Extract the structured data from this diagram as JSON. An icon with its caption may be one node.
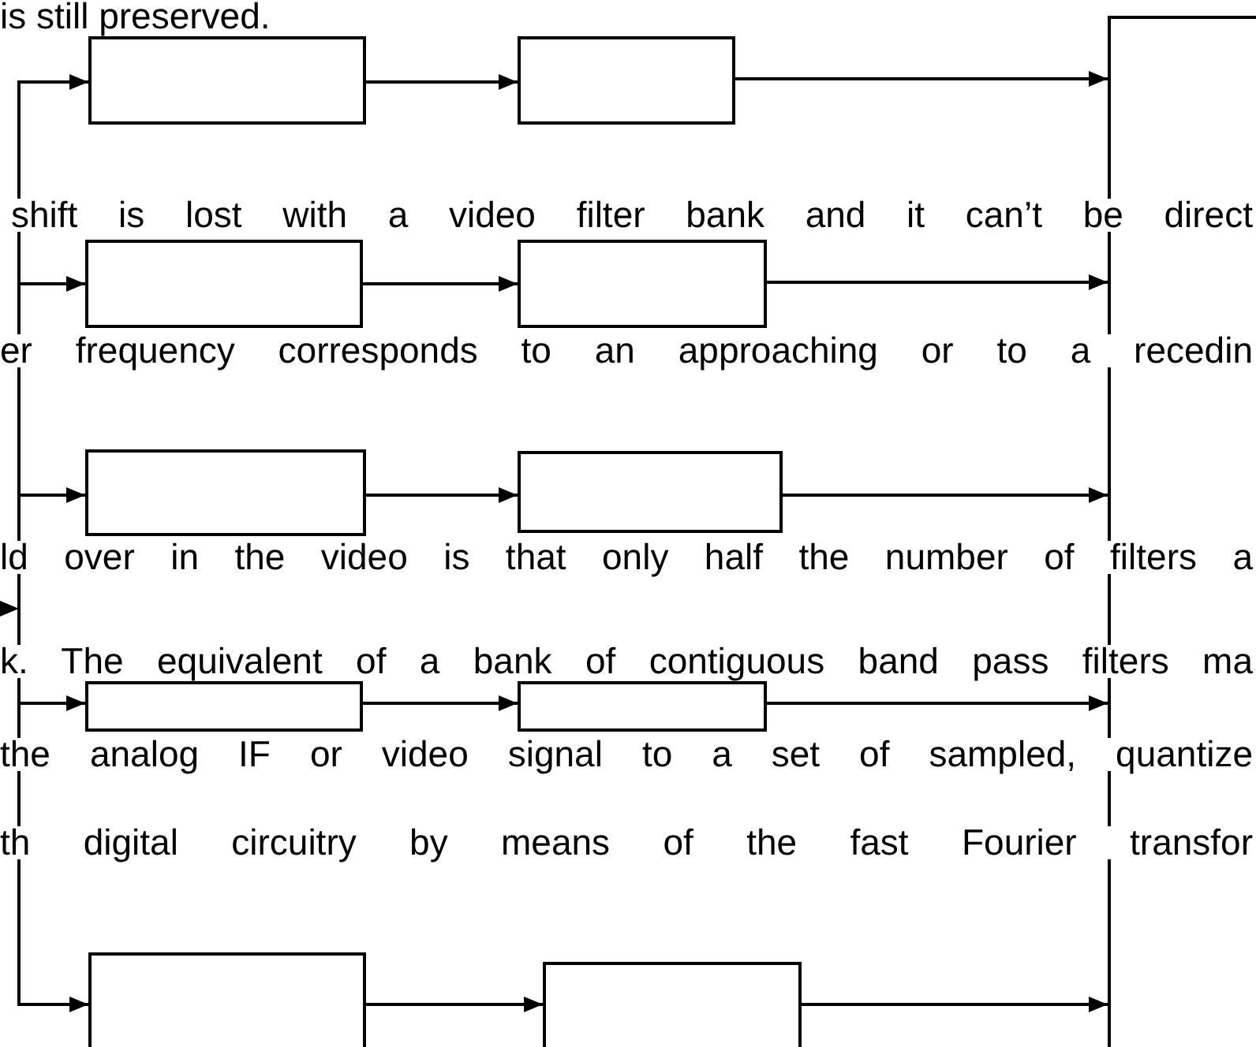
{
  "diagram": {
    "nodes": [
      {
        "text": [],
        "shape": "box"
      },
      {
        "text": [],
        "shape": "box"
      },
      {
        "text": [],
        "shape": "box"
      },
      {
        "text": [],
        "shape": "box"
      },
      {
        "text": [],
        "shape": "box"
      },
      {
        "text": [],
        "shape": "box"
      },
      {
        "text": [],
        "shape": "box"
      },
      {
        "text": [],
        "shape": "box"
      },
      {
        "text": [],
        "shape": "box"
      },
      {
        "text": [],
        "shape": "box"
      },
      {
        "text": [],
        "shape": "box"
      }
    ],
    "edges": [
      {
        "from": null,
        "to": 0,
        "arrow": "to"
      },
      {
        "from": 0,
        "to": 1,
        "arrow": "to"
      },
      {
        "from": 1,
        "to": 2,
        "arrow": "to"
      },
      {
        "from": null,
        "to": 3,
        "arrow": "to"
      },
      {
        "from": 3,
        "to": 4,
        "arrow": "to"
      },
      {
        "from": 4,
        "to": 2,
        "arrow": "to"
      },
      {
        "from": null,
        "to": 5,
        "arrow": "to"
      },
      {
        "from": 5,
        "to": 6,
        "arrow": "to"
      },
      {
        "from": 6,
        "to": 2,
        "arrow": "to"
      },
      {
        "from": null,
        "to": 7,
        "arrow": "to"
      },
      {
        "from": 7,
        "to": 8,
        "arrow": "to"
      },
      {
        "from": 8,
        "to": 2,
        "arrow": "to"
      },
      {
        "from": null,
        "to": 9,
        "arrow": "to"
      },
      {
        "from": 9,
        "to": 10,
        "arrow": "to"
      },
      {
        "from": 10,
        "to": 2,
        "arrow": "to"
      }
    ],
    "labels": [
      "is still preserved.",
      "shift is lost with a video filter bank and it can’t be direct",
      "er frequency corresponds to an approaching or to a recedin",
      "ld over in the video is that only half the number of filters a",
      "k. The equivalent of a bank of contiguous band pass filters ma",
      "the analog IF or video signal to a set of sampled, quantize",
      "th digital circuitry by means of the fast Fourier transfor"
    ]
  }
}
